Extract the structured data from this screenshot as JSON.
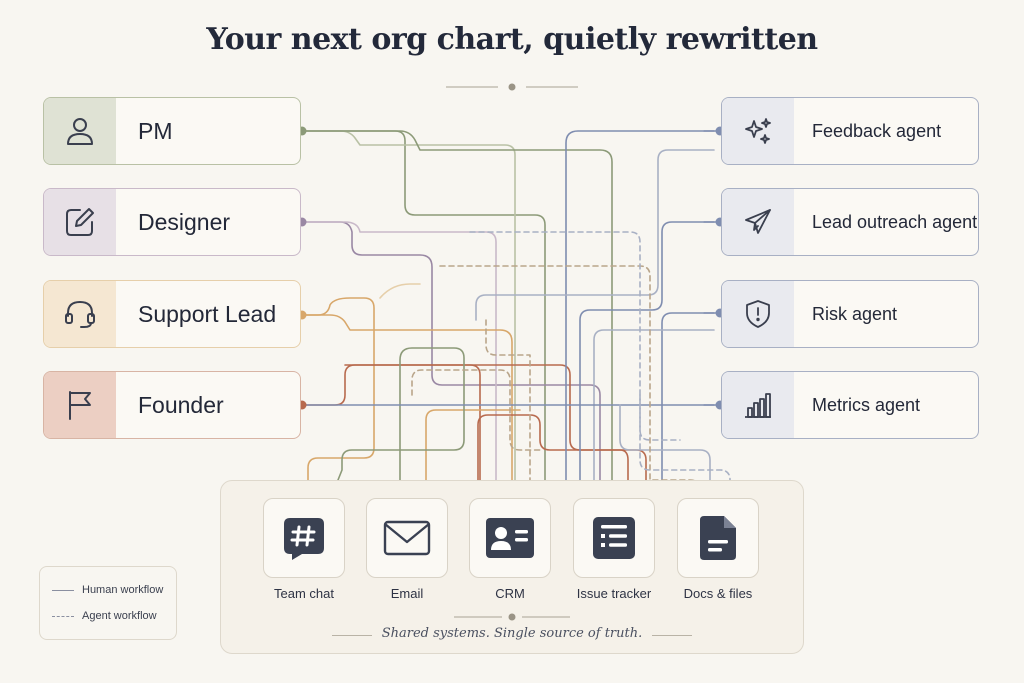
{
  "title": "Your next org chart, quietly rewritten",
  "humans": [
    {
      "label": "PM",
      "icon": "person-icon",
      "tint": "#dfe2d4",
      "stroke": "#b9c1a5",
      "dot": "#8c9a78"
    },
    {
      "label": "Designer",
      "icon": "pencil-square-icon",
      "tint": "#e7e0e6",
      "stroke": "#c9b9c9",
      "dot": "#9a88a4"
    },
    {
      "label": "Support Lead",
      "icon": "headset-icon",
      "tint": "#f5e7d2",
      "stroke": "#e6cfaa",
      "dot": "#d8a76a"
    },
    {
      "label": "Founder",
      "icon": "flag-icon",
      "tint": "#eccfc3",
      "stroke": "#d8b4a4",
      "dot": "#b86a4e"
    }
  ],
  "agents": [
    {
      "label": "Feedback agent",
      "icon": "sparkles-icon"
    },
    {
      "label": "Lead outreach agent",
      "icon": "paper-plane-icon"
    },
    {
      "label": "Risk agent",
      "icon": "shield-alert-icon"
    },
    {
      "label": "Metrics agent",
      "icon": "bar-chart-icon"
    }
  ],
  "systems": [
    {
      "label": "Team chat",
      "icon": "hash-chat-icon"
    },
    {
      "label": "Email",
      "icon": "envelope-icon"
    },
    {
      "label": "CRM",
      "icon": "contact-card-icon"
    },
    {
      "label": "Issue tracker",
      "icon": "checklist-icon"
    },
    {
      "label": "Docs & files",
      "icon": "document-icon"
    }
  ],
  "tagline": "Shared systems. Single source of truth.",
  "legend": {
    "human": "Human workflow",
    "agent": "Agent workflow"
  },
  "colors": {
    "background": "#f8f6f1",
    "agent_line": "#7f8db0",
    "title": "#23293a"
  }
}
